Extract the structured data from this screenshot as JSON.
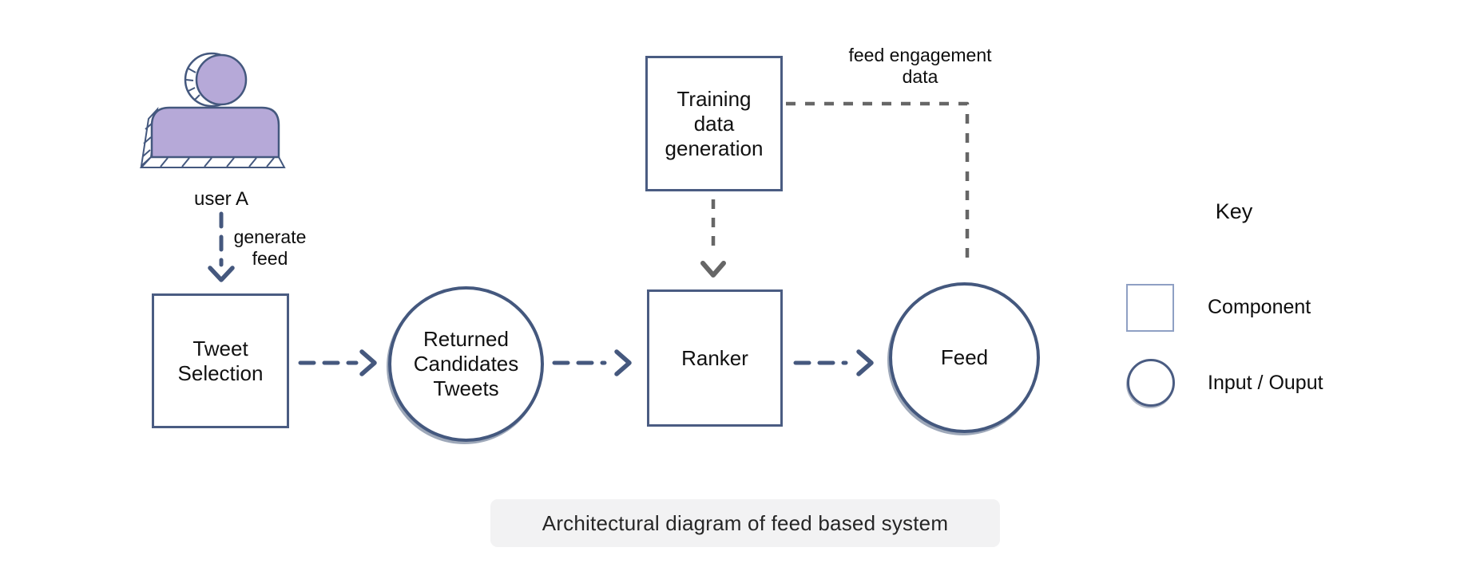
{
  "caption": "Architectural diagram of feed based system",
  "user": {
    "label": "user A"
  },
  "nodes": {
    "tweet_selection": {
      "type": "component",
      "lines": [
        "Tweet",
        "Selection"
      ]
    },
    "returned_candidates": {
      "type": "input_output",
      "lines": [
        "Returned",
        "Candidates",
        "Tweets"
      ]
    },
    "ranker": {
      "type": "component",
      "lines": [
        "Ranker"
      ]
    },
    "feed": {
      "type": "input_output",
      "lines": [
        "Feed"
      ]
    },
    "training_data_generation": {
      "type": "component",
      "lines": [
        "Training",
        "data",
        "generation"
      ]
    }
  },
  "edges": {
    "generate_feed": {
      "from": "user A",
      "to": "Tweet Selection",
      "label_lines": [
        "generate",
        "feed"
      ]
    },
    "feed_engagement": {
      "from": "Training data generation",
      "to": "Feed",
      "label_lines": [
        "feed engagement",
        "data"
      ]
    }
  },
  "key": {
    "title": "Key",
    "items": [
      {
        "shape": "square",
        "label": "Component"
      },
      {
        "shape": "circle",
        "label": "Input / Ouput"
      }
    ]
  },
  "colors": {
    "component_border": "#4a5c82",
    "io_border": "#44587e",
    "flow_arrow_blue": "#45587e",
    "data_arrow_gray": "#666666",
    "user_fill": "#b6a9d8",
    "caption_bg": "#f2f2f3",
    "text": "#111111"
  }
}
